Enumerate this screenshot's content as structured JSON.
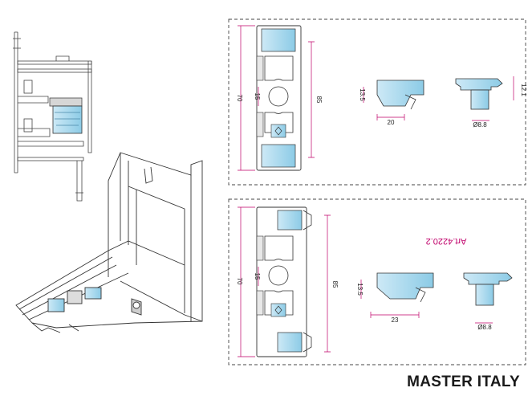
{
  "brand": {
    "name": "MASTER ITALY"
  },
  "panels": [
    {
      "article_label": "",
      "dimensions": {
        "height": "70",
        "length": "85",
        "gap": "15",
        "side_height": "13.5",
        "side_width": "20",
        "pin_height": "12.1",
        "pin_diameter": "Ø8.8"
      }
    },
    {
      "article_label": "Art.4220.2",
      "dimensions": {
        "height": "70",
        "length": "85",
        "gap": "15",
        "side_height": "13.5",
        "side_width": "23",
        "pin_diameter": "Ø8.8"
      }
    }
  ],
  "colors": {
    "dimension_line": "#c0006a",
    "panel_border": "#444444",
    "part_fill": "#a9d7ee",
    "line": "#333333"
  }
}
